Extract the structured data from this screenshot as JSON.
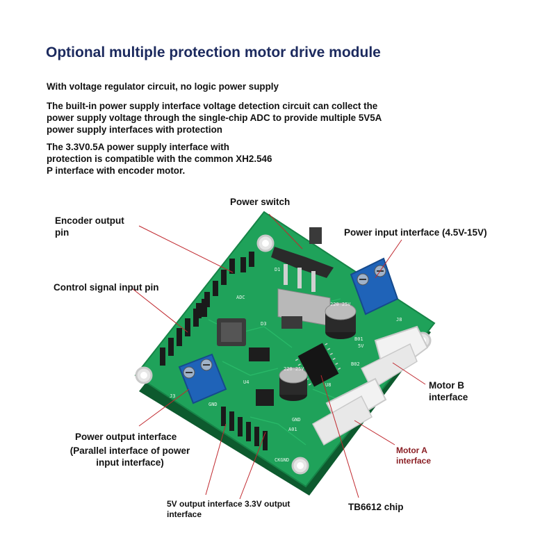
{
  "title": "Optional multiple protection motor drive module",
  "features": [
    {
      "lines": [
        "With voltage regulator circuit, no logic power supply"
      ]
    },
    {
      "lines": [
        "The built-in power supply interface voltage detection circuit can collect the",
        "power supply voltage through the single-chip ADC to provide multiple 5V5A",
        "power supply interfaces with protection"
      ]
    },
    {
      "lines": [
        "The 3.3V0.5A power supply interface with",
        "protection is compatible with the common XH2.546",
        "P interface with encoder motor."
      ]
    }
  ],
  "labels": {
    "power_switch": "Power switch",
    "encoder_output": [
      "Encoder output",
      "pin"
    ],
    "power_input": "Power input interface (4.5V-15V)",
    "control_signal": "Control signal input pin",
    "motor_b": [
      "Motor B",
      "interface"
    ],
    "motor_a": [
      "Motor A",
      "interface"
    ],
    "power_output": "Power output interface",
    "power_output_note": [
      "(Parallel interface of power",
      "input interface)"
    ],
    "output_5v_33v": [
      "5V output interface 3.3V output",
      "interface"
    ],
    "tb6612": "TB6612 chip"
  },
  "board_markings": {
    "cap1": "220 25V",
    "cap2": "220 25V",
    "j3": "J3",
    "j8": "J8",
    "adc": "ADC",
    "gnd": "GND",
    "u8": "U8",
    "u4": "U4",
    "d1": "D1",
    "d3": "D3",
    "b01": "B01",
    "b02": "B02",
    "a01": "A01",
    "v5": "5V",
    "gnd2": "GND",
    "ckgnd": "CKGND"
  },
  "colors": {
    "title": "#1c2a5e",
    "pcb": "#1fa25a",
    "terminal": "#1f63b8",
    "leader_line": "#c0282e"
  }
}
